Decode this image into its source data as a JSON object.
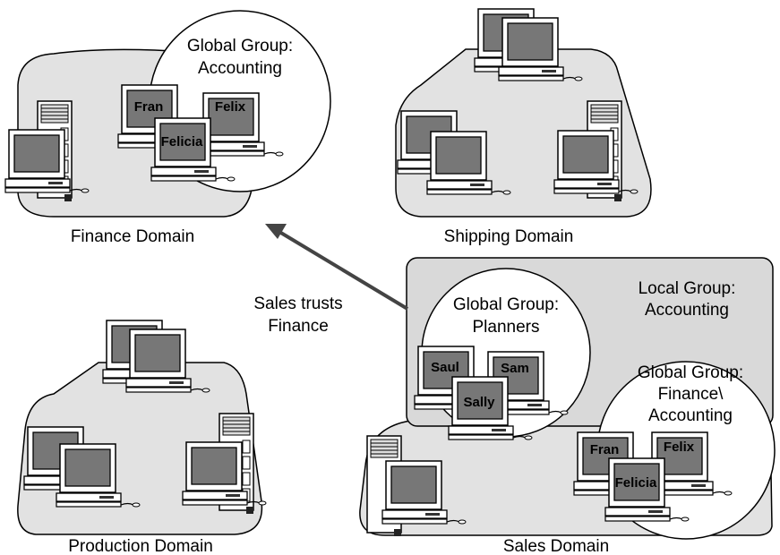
{
  "domains": {
    "finance": "Finance Domain",
    "shipping": "Shipping Domain",
    "production": "Production Domain",
    "sales": "Sales Domain"
  },
  "trust_label": [
    "Sales trusts",
    "Finance"
  ],
  "groups": {
    "finance_accounting": [
      "Global Group:",
      "Accounting"
    ],
    "sales_planners": [
      "Global Group:",
      "Planners"
    ],
    "sales_local": [
      "Local Group:",
      "Accounting"
    ],
    "sales_finance_acct": [
      "Global Group:",
      "Finance\\",
      "Accounting"
    ]
  },
  "users": {
    "finance": [
      "Fran",
      "Felix",
      "Felicia"
    ],
    "planners": [
      "Saul",
      "Sam",
      "Sally"
    ],
    "sales_finance": [
      "Fran",
      "Felix",
      "Felicia"
    ]
  },
  "colors": {
    "domain_fill": "#e2e2e2",
    "local_group_fill": "#d9d9d9",
    "screen": "#777777",
    "outline": "#000000"
  }
}
